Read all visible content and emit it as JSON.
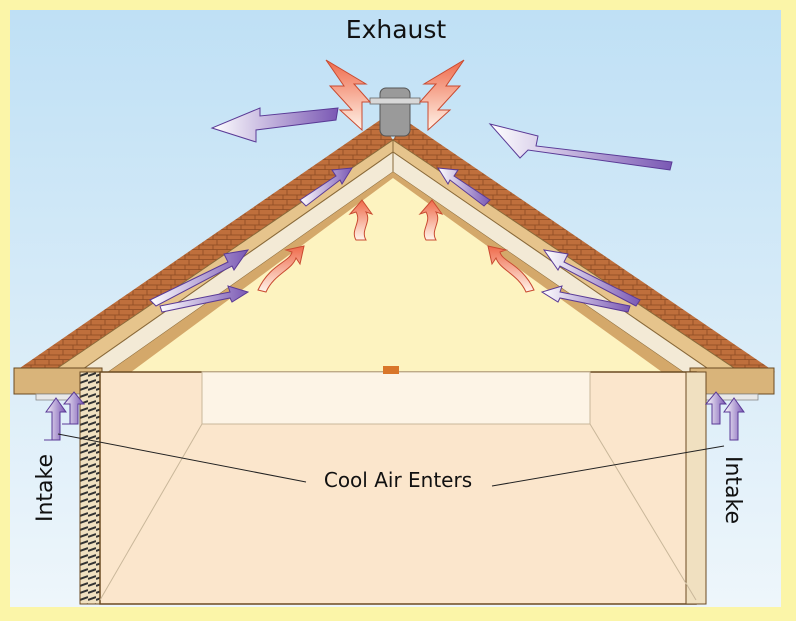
{
  "labels": {
    "exhaust": "Exhaust",
    "cool_air": "Cool Air Enters",
    "intake_left": "Intake",
    "intake_right": "Intake"
  },
  "colors": {
    "frame": "#fbf5a8",
    "sky_top": "#bfe0f5",
    "sky_bottom": "#eaf4fb",
    "attic": "#fdf4c2",
    "shingle": "#b8693a",
    "wood": "#d9b47a",
    "room": "#fbe6cc",
    "hot_air": "#f07050",
    "cool_air": "#8a68c0"
  }
}
